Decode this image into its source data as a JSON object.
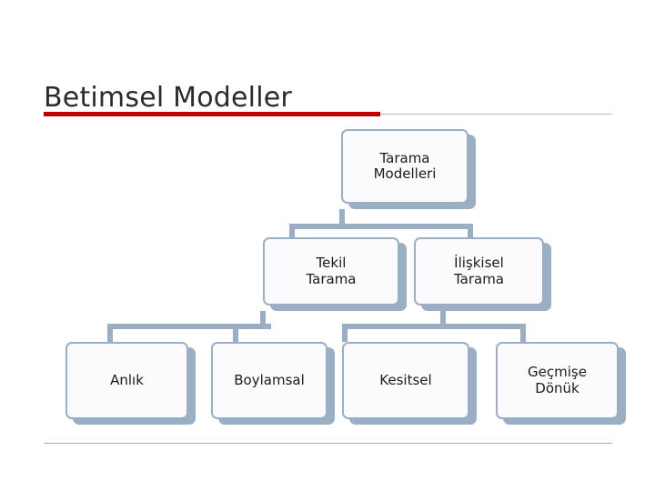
{
  "slide": {
    "title": "Betimsel Modeller",
    "accent_color": "#c00000",
    "node_border_color": "#9aaec4",
    "node_fill_color": "#fbfbfd",
    "rule_color": "#caa0a0"
  },
  "chart_data": {
    "type": "diagram",
    "title": "Betimsel Modeller",
    "layout": "top-down hierarchy",
    "levels": 3,
    "nodes": [
      {
        "id": "n0",
        "label": "Tarama\nModelleri",
        "level": 0,
        "parent": null
      },
      {
        "id": "n1",
        "label": "Tekil\nTarama",
        "level": 1,
        "parent": "n0"
      },
      {
        "id": "n2",
        "label": "İlişkisel\nTarama",
        "level": 1,
        "parent": "n0"
      },
      {
        "id": "n3",
        "label": "Anlık",
        "level": 2,
        "parent": "n1"
      },
      {
        "id": "n4",
        "label": "Boylamsal",
        "level": 2,
        "parent": "n1"
      },
      {
        "id": "n5",
        "label": "Kesitsel",
        "level": 2,
        "parent": "n2"
      },
      {
        "id": "n6",
        "label": "Geçmişe\nDönük",
        "level": 2,
        "parent": "n2"
      }
    ],
    "edges": [
      {
        "from": "n0",
        "to": "n1"
      },
      {
        "from": "n0",
        "to": "n2"
      },
      {
        "from": "n1",
        "to": "n3"
      },
      {
        "from": "n1",
        "to": "n4"
      },
      {
        "from": "n2",
        "to": "n5"
      },
      {
        "from": "n2",
        "to": "n6"
      }
    ]
  }
}
